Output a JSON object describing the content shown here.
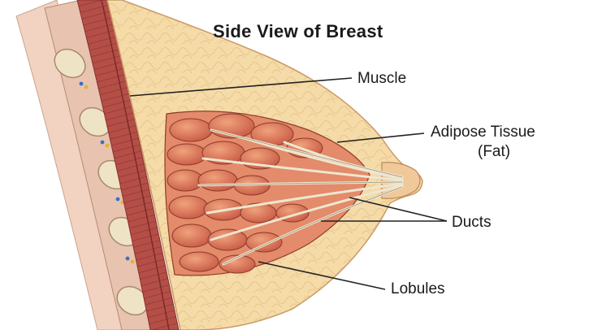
{
  "diagram": {
    "title": "Side View of Breast",
    "labels": {
      "muscle": "Muscle",
      "adipose": "Adipose Tissue",
      "fat": "(Fat)",
      "ducts": "Ducts",
      "lobules": "Lobules"
    }
  },
  "colors": {
    "muscle": "#b5514a",
    "ribs": "#e8d7b8",
    "fat": "#f4d8a4",
    "lobules": "#d9735a",
    "ducts": "#e9e3cf",
    "leader_lines": "#222222"
  }
}
